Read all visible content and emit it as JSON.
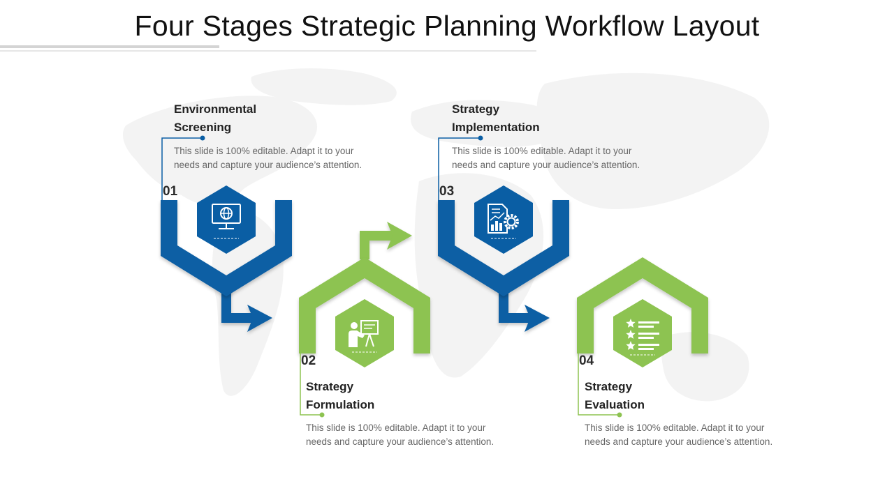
{
  "title": "Four Stages Strategic Planning Workflow Layout",
  "colors": {
    "blue": "#0a5ea4",
    "green": "#8dc351",
    "text": "#222222",
    "muted": "#666666",
    "map": "#f3f3f3"
  },
  "stages": [
    {
      "number": "01",
      "title_line1": "Environmental",
      "title_line2": "Screening",
      "desc_line1": "This slide is 100% editable. Adapt it to your",
      "desc_line2": "needs and capture your audience’s attention.",
      "color": "blue",
      "icon": "monitor-globe-icon"
    },
    {
      "number": "02",
      "title_line1": "Strategy",
      "title_line2": "Formulation",
      "desc_line1": "This slide is 100% editable. Adapt it to your",
      "desc_line2": "needs and capture your audience’s attention.",
      "color": "green",
      "icon": "presenter-board-icon"
    },
    {
      "number": "03",
      "title_line1": "Strategy",
      "title_line2": "Implementation",
      "desc_line1": "This slide is 100% editable. Adapt it to your",
      "desc_line2": "needs and capture your audience’s attention.",
      "color": "blue",
      "icon": "report-chart-gear-icon"
    },
    {
      "number": "04",
      "title_line1": "Strategy",
      "title_line2": "Evaluation",
      "desc_line1": "This slide is 100% editable. Adapt it to your",
      "desc_line2": "needs and capture your audience’s attention.",
      "color": "green",
      "icon": "star-checklist-icon"
    }
  ]
}
